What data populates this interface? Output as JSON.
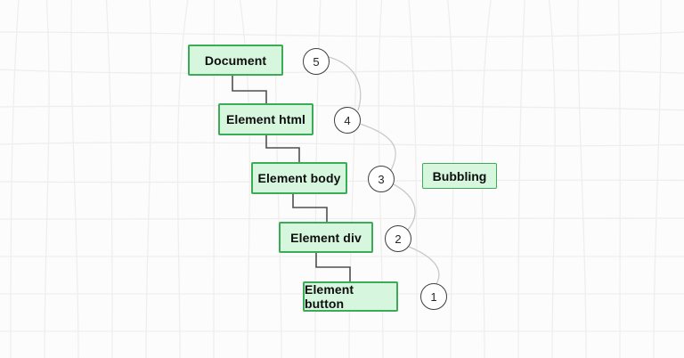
{
  "diagram": {
    "nodes": [
      {
        "label": "Document"
      },
      {
        "label": "Element html"
      },
      {
        "label": "Element body"
      },
      {
        "label": "Element div"
      },
      {
        "label": "Element button"
      }
    ],
    "step_markers": [
      "5",
      "4",
      "3",
      "2",
      "1"
    ],
    "annotation_label": "Bubbling",
    "colors": {
      "node_fill": "#d6f6de",
      "node_border": "#3cab58",
      "connector": "#4f4f4f",
      "curve": "#c9c9c9",
      "circle_border": "#3e3e3e",
      "background": "#fcfcfc",
      "grid_line": "#f0eeec"
    }
  }
}
